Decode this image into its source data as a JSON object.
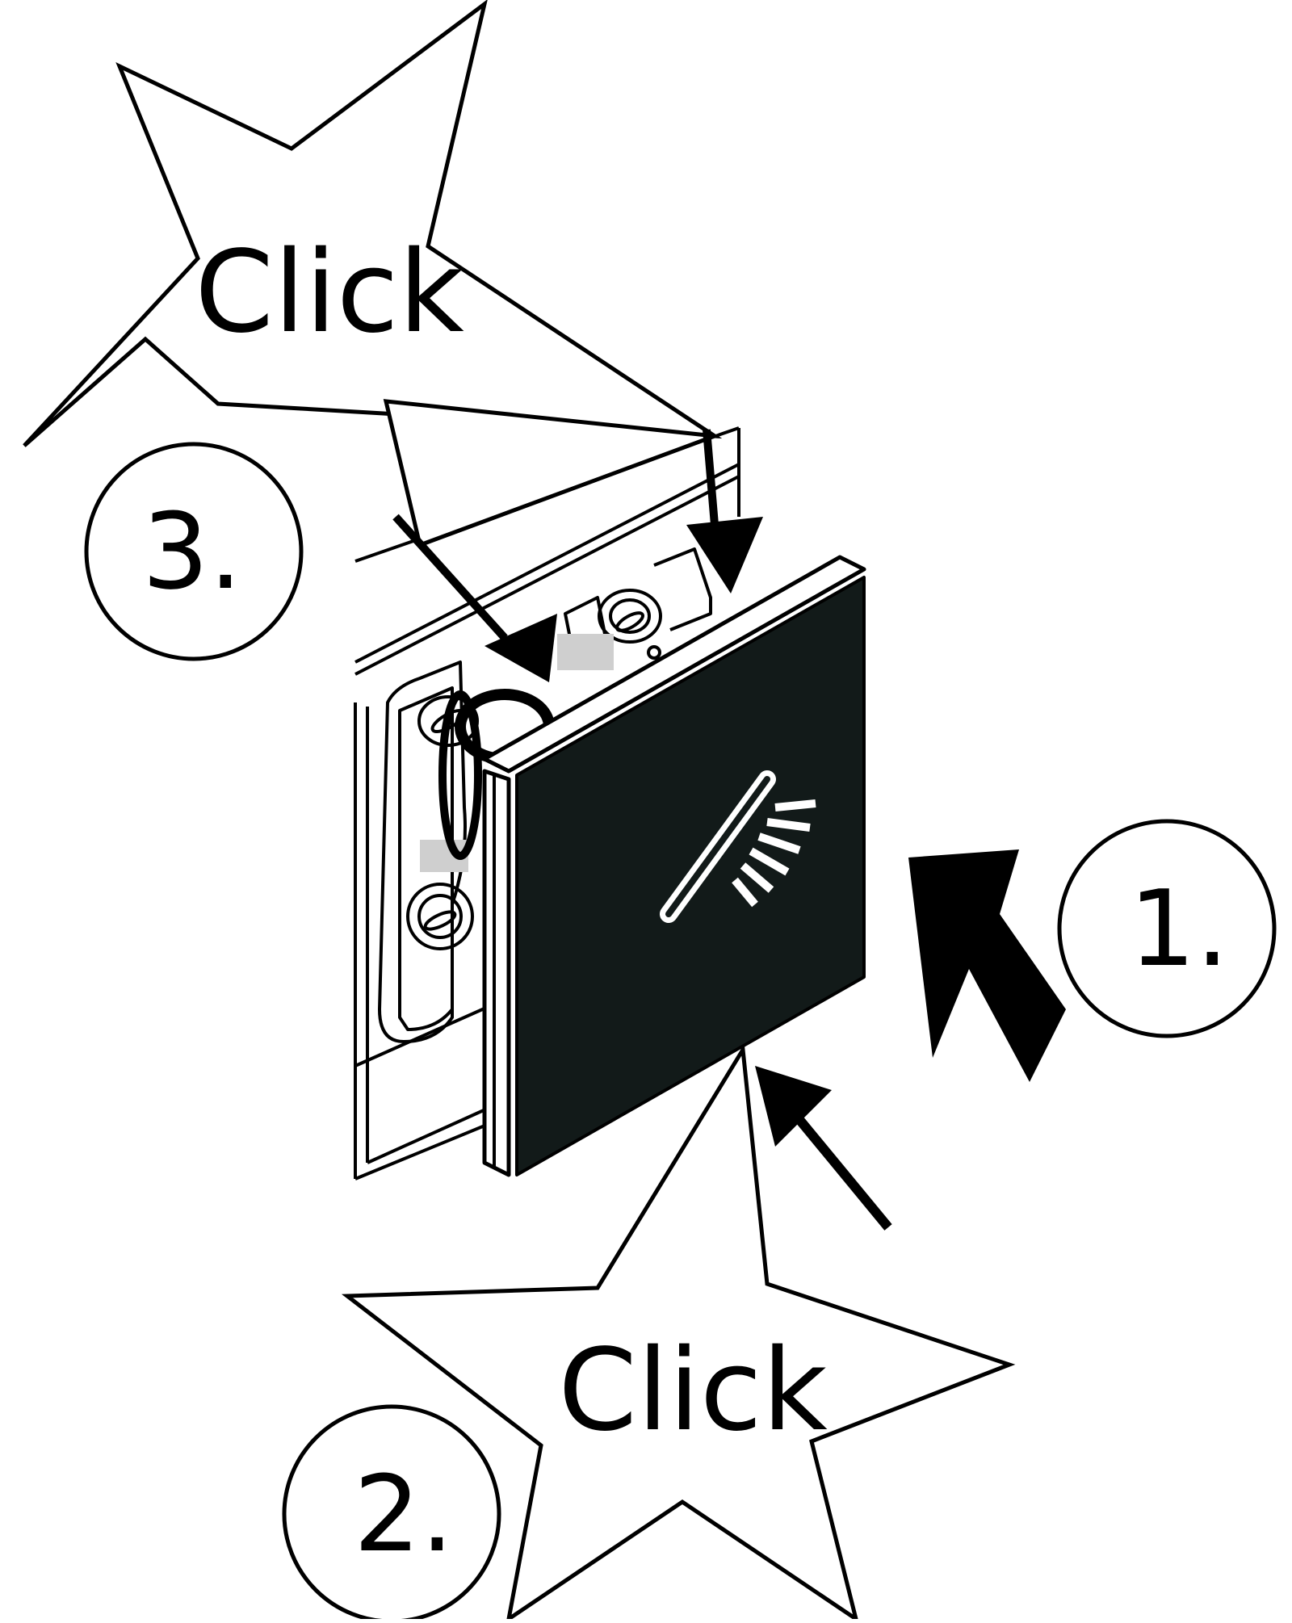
{
  "steps": [
    {
      "number": "1."
    },
    {
      "number": "2."
    },
    {
      "number": "3."
    }
  ],
  "bursts": [
    {
      "text": "Click"
    },
    {
      "text": "Click"
    }
  ],
  "colors": {
    "ink": "#000000",
    "panel": "#121a19",
    "background": "#ffffff",
    "grey": "#cfcfcf"
  },
  "icons": {
    "panel_symbol": "hand-shower-icon"
  }
}
